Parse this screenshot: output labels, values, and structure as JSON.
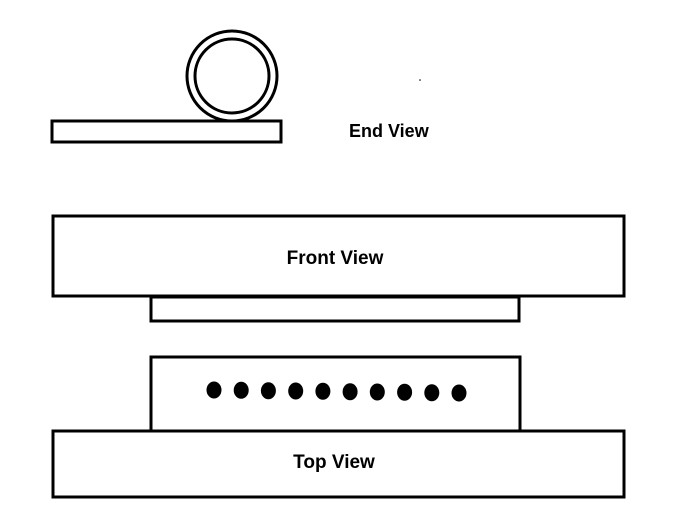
{
  "diagram": {
    "end_view": {
      "label": "End View"
    },
    "front_view": {
      "label": "Front View"
    },
    "top_view": {
      "label": "Top View",
      "hole_count": 10
    },
    "colors": {
      "stroke": "#000000",
      "fill": "#ffffff",
      "text": "#000000"
    }
  }
}
